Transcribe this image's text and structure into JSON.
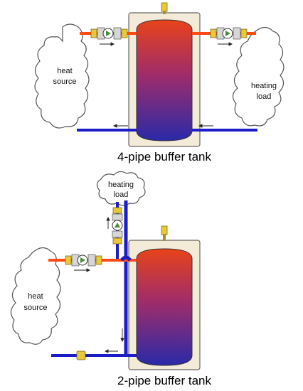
{
  "diagram_top": {
    "caption": "4-pipe buffer tank",
    "source_label_line1": "heat",
    "source_label_line2": "source",
    "load_label_line1": "heating",
    "load_label_line2": "load"
  },
  "diagram_bottom": {
    "caption": "2-pipe buffer tank",
    "source_label_line1": "heat",
    "source_label_line2": "source",
    "load_label_line1": "heating",
    "load_label_line2": "load"
  },
  "colors": {
    "hot_pipe": "#ff4a12",
    "cold_pipe": "#1c1cc8",
    "tank_hot": "#e23a1a",
    "tank_cold": "#2a2aa8",
    "tank_casing": "#f4ead8",
    "valve_brass": "#e8c93a",
    "pump_green": "#4b8b3b"
  },
  "icons": {
    "pump": "circulator-pump-icon",
    "valve": "ball-valve-icon",
    "check_valve": "check-valve-icon",
    "air_vent": "air-vent-icon",
    "flow_arrow": "flow-arrow-icon"
  }
}
